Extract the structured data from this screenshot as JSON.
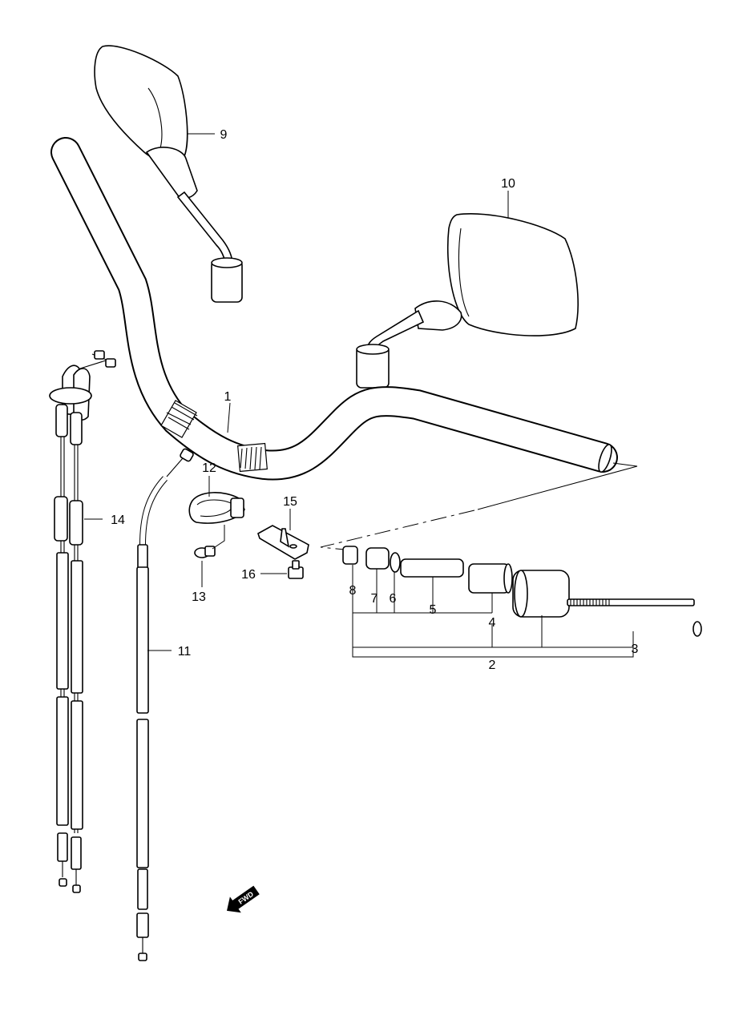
{
  "diagram": {
    "callouts": {
      "p1": "1",
      "p2": "2",
      "p3": "3",
      "p4": "4",
      "p5": "5",
      "p6": "6",
      "p7": "7",
      "p8": "8",
      "p9": "9",
      "p10": "10",
      "p11": "11",
      "p12": "12",
      "p13": "13",
      "p14": "14",
      "p15": "15",
      "p16": "16"
    },
    "fwd_label": "FWD"
  }
}
